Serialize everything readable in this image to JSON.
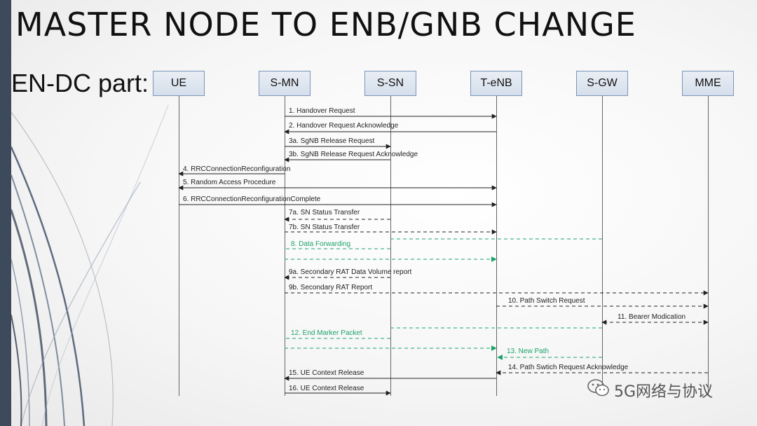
{
  "slide": {
    "title": "MASTER NODE TO ENB/GNB CHANGE",
    "subtitle": "EN-DC part:"
  },
  "nodes": [
    "UE",
    "S-MN",
    "S-SN",
    "T-eNB",
    "S-GW",
    "MME"
  ],
  "messages": [
    {
      "label": "1. Handover Request",
      "from": 1,
      "to": 3,
      "style": "solid",
      "color": "black"
    },
    {
      "label": "2. Handover Request Acknowledge",
      "from": 3,
      "to": 1,
      "style": "solid",
      "color": "black"
    },
    {
      "label": "3a. SgNB Release Request",
      "from": 1,
      "to": 2,
      "style": "solid",
      "color": "black"
    },
    {
      "label": "3b. SgNB Release Request Acknowledge",
      "from": 2,
      "to": 1,
      "style": "solid",
      "color": "black"
    },
    {
      "label": "4. RRCConnectionReconfiguration",
      "from": 1,
      "to": 0,
      "style": "solid",
      "color": "black"
    },
    {
      "label": "5. Random Access Procedure",
      "from": 0,
      "to": 3,
      "style": "solid",
      "color": "black"
    },
    {
      "label": "6. RRCConnectionReconfigurationComplete",
      "from": 0,
      "to": 3,
      "style": "solid",
      "color": "black"
    },
    {
      "label": "7a. SN Status Transfer",
      "from": 2,
      "to": 1,
      "style": "dashed",
      "color": "black"
    },
    {
      "label": "7b. SN Status Transfer",
      "from": 1,
      "to": 3,
      "style": "dashed",
      "color": "black"
    },
    {
      "label": "8. Data Forwarding",
      "from": 4,
      "to": 3,
      "style": "dashed",
      "color": "green"
    },
    {
      "label": "9a. Secondary RAT Data Volume report",
      "from": 2,
      "to": 1,
      "style": "dashed",
      "color": "black"
    },
    {
      "label": "9b. Secondary RAT Report",
      "from": 1,
      "to": 5,
      "style": "dashed",
      "color": "black"
    },
    {
      "label": "10. Path Switch Request",
      "from": 3,
      "to": 5,
      "style": "dashed",
      "color": "black"
    },
    {
      "label": "11. Bearer Modication",
      "from": 5,
      "to": 4,
      "style": "dashed",
      "color": "black"
    },
    {
      "label": "12. End Marker Packet",
      "from": 4,
      "to": 3,
      "style": "dashed",
      "color": "green"
    },
    {
      "label": "13. New Path",
      "from": 4,
      "to": 3,
      "style": "dashed",
      "color": "green"
    },
    {
      "label": "14. Path Swtich Request Acknowledge",
      "from": 5,
      "to": 3,
      "style": "dashed",
      "color": "black"
    },
    {
      "label": "15. UE Context Release",
      "from": 3,
      "to": 1,
      "style": "solid",
      "color": "black"
    },
    {
      "label": "16. UE Context Release",
      "from": 1,
      "to": 2,
      "style": "solid",
      "color": "black"
    }
  ],
  "watermark": {
    "text": "5G网络与协议",
    "icon": "wechat-icon"
  },
  "colors": {
    "black": "#222222",
    "green": "#1aa36a",
    "accent_bar": "#3d4a5c",
    "node_border": "#7a95b8"
  }
}
